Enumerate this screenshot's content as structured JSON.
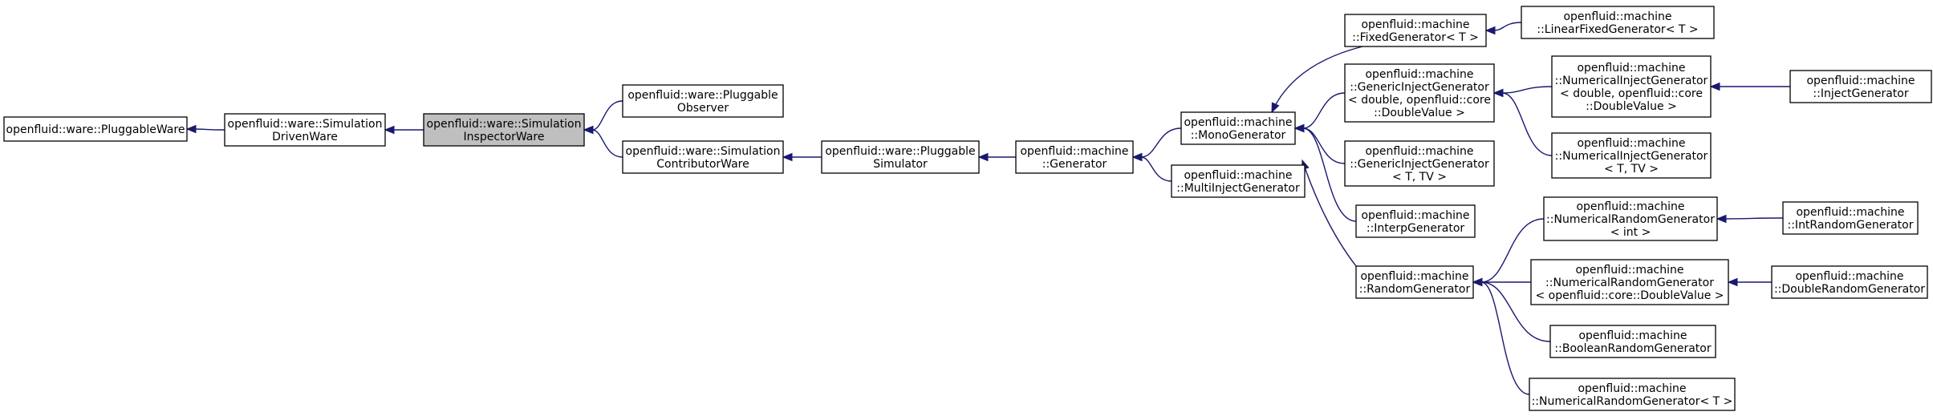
{
  "diagram": {
    "type": "inheritance-graph",
    "colors": {
      "edge": "#191970",
      "node_border": "#000000",
      "node_fill": "#ffffff",
      "current_fill": "#bfbfbf"
    },
    "nodes": [
      {
        "id": "PluggableWare",
        "lines": [
          "openfluid::ware::PluggableWare"
        ]
      },
      {
        "id": "SimulationDrivenWare",
        "lines": [
          "openfluid::ware::Simulation",
          "DrivenWare"
        ]
      },
      {
        "id": "SimulationInspectorWare",
        "lines": [
          "openfluid::ware::Simulation",
          "InspectorWare"
        ],
        "current": true
      },
      {
        "id": "PluggableObserver",
        "lines": [
          "openfluid::ware::Pluggable",
          "Observer"
        ]
      },
      {
        "id": "SimulationContributorWare",
        "lines": [
          "openfluid::ware::Simulation",
          "ContributorWare"
        ]
      },
      {
        "id": "PluggableSimulator",
        "lines": [
          "openfluid::ware::Pluggable",
          "Simulator"
        ]
      },
      {
        "id": "Generator",
        "lines": [
          "openfluid::machine",
          "::Generator"
        ]
      },
      {
        "id": "MonoGenerator",
        "lines": [
          "openfluid::machine",
          "::MonoGenerator"
        ]
      },
      {
        "id": "MultiInjectGenerator",
        "lines": [
          "openfluid::machine",
          "::MultiInjectGenerator"
        ]
      },
      {
        "id": "FixedGenerator",
        "lines": [
          "openfluid::machine",
          "::FixedGenerator< T >"
        ]
      },
      {
        "id": "LinearFixedGenerator",
        "lines": [
          "openfluid::machine",
          "::LinearFixedGenerator< T >"
        ]
      },
      {
        "id": "GenericInjectGenDouble",
        "lines": [
          "openfluid::machine",
          "::GenericInjectGenerator",
          "< double, openfluid::core",
          "::DoubleValue >"
        ]
      },
      {
        "id": "NumericalInjectGenDouble",
        "lines": [
          "openfluid::machine",
          "::NumericalInjectGenerator",
          "< double, openfluid::core",
          "::DoubleValue >"
        ]
      },
      {
        "id": "InjectGenerator",
        "lines": [
          "openfluid::machine",
          "::InjectGenerator"
        ]
      },
      {
        "id": "NumericalInjectGenT",
        "lines": [
          "openfluid::machine",
          "::NumericalInjectGenerator",
          "< T, TV >"
        ]
      },
      {
        "id": "GenericInjectGenT",
        "lines": [
          "openfluid::machine",
          "::GenericInjectGenerator",
          "< T, TV >"
        ]
      },
      {
        "id": "InterpGenerator",
        "lines": [
          "openfluid::machine",
          "::InterpGenerator"
        ]
      },
      {
        "id": "RandomGenerator",
        "lines": [
          "openfluid::machine",
          "::RandomGenerator"
        ]
      },
      {
        "id": "NumericalRandomGenInt",
        "lines": [
          "openfluid::machine",
          "::NumericalRandomGenerator",
          "< int >"
        ]
      },
      {
        "id": "IntRandomGenerator",
        "lines": [
          "openfluid::machine",
          "::IntRandomGenerator"
        ]
      },
      {
        "id": "NumericalRandomGenDouble",
        "lines": [
          "openfluid::machine",
          "::NumericalRandomGenerator",
          "< openfluid::core::DoubleValue >"
        ]
      },
      {
        "id": "DoubleRandomGenerator",
        "lines": [
          "openfluid::machine",
          "::DoubleRandomGenerator"
        ]
      },
      {
        "id": "BooleanRandomGenerator",
        "lines": [
          "openfluid::machine",
          "::BooleanRandomGenerator"
        ]
      },
      {
        "id": "NumericalRandomGenT",
        "lines": [
          "openfluid::machine",
          "::NumericalRandomGenerator< T >"
        ]
      }
    ],
    "edges": [
      {
        "from": "SimulationDrivenWare",
        "to": "PluggableWare"
      },
      {
        "from": "SimulationInspectorWare",
        "to": "SimulationDrivenWare"
      },
      {
        "from": "PluggableObserver",
        "to": "SimulationInspectorWare"
      },
      {
        "from": "SimulationContributorWare",
        "to": "SimulationInspectorWare"
      },
      {
        "from": "PluggableSimulator",
        "to": "SimulationContributorWare"
      },
      {
        "from": "Generator",
        "to": "PluggableSimulator"
      },
      {
        "from": "MonoGenerator",
        "to": "Generator"
      },
      {
        "from": "MultiInjectGenerator",
        "to": "Generator"
      },
      {
        "from": "FixedGenerator",
        "to": "MonoGenerator"
      },
      {
        "from": "LinearFixedGenerator",
        "to": "FixedGenerator"
      },
      {
        "from": "GenericInjectGenDouble",
        "to": "MonoGenerator"
      },
      {
        "from": "NumericalInjectGenDouble",
        "to": "GenericInjectGenDouble"
      },
      {
        "from": "InjectGenerator",
        "to": "NumericalInjectGenDouble"
      },
      {
        "from": "NumericalInjectGenT",
        "to": "GenericInjectGenDouble"
      },
      {
        "from": "GenericInjectGenT",
        "to": "MonoGenerator"
      },
      {
        "from": "InterpGenerator",
        "to": "MonoGenerator"
      },
      {
        "from": "RandomGenerator",
        "to": "MonoGenerator"
      },
      {
        "from": "NumericalRandomGenInt",
        "to": "RandomGenerator"
      },
      {
        "from": "IntRandomGenerator",
        "to": "NumericalRandomGenInt"
      },
      {
        "from": "NumericalRandomGenDouble",
        "to": "RandomGenerator"
      },
      {
        "from": "DoubleRandomGenerator",
        "to": "NumericalRandomGenDouble"
      },
      {
        "from": "BooleanRandomGenerator",
        "to": "RandomGenerator"
      },
      {
        "from": "NumericalRandomGenT",
        "to": "RandomGenerator"
      }
    ]
  }
}
